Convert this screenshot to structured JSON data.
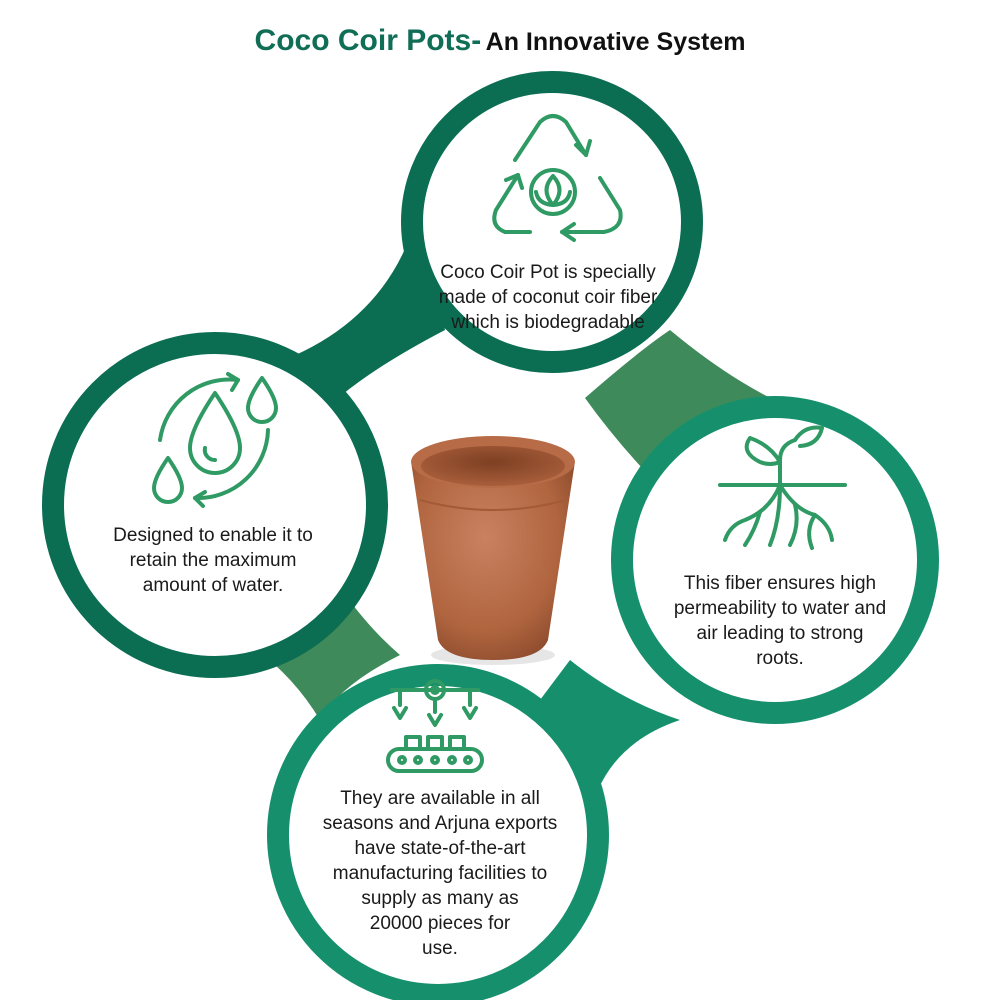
{
  "title": {
    "main": "Coco Coir Pots-",
    "sub": "An Innovative System"
  },
  "colors": {
    "dark_green": "#0b6d52",
    "mid_green": "#16906c",
    "connector_green": "#3f8a5a",
    "icon_green": "#2f9a63",
    "pot_brown": "#b86b47"
  },
  "nodes": {
    "top": {
      "icon": "recycle-leaf-icon",
      "text": "Coco Coir Pot is specially\nmade of coconut coir fiber\nwhich is biodegradable"
    },
    "left": {
      "icon": "water-drops-cycle-icon",
      "text": "Designed to enable it to\nretain the maximum\namount of water."
    },
    "right": {
      "icon": "plant-roots-icon",
      "text": "This fiber ensures high\npermeability to water and\nair leading to strong\nroots."
    },
    "bottom": {
      "icon": "factory-conveyor-icon",
      "text": "They are available in all\nseasons and Arjuna exports\nhave state-of-the-art\nmanufacturing facilities to\nsupply as many as\n20000 pieces for\nuse."
    },
    "center": {
      "image": "coir-pot-image"
    }
  }
}
